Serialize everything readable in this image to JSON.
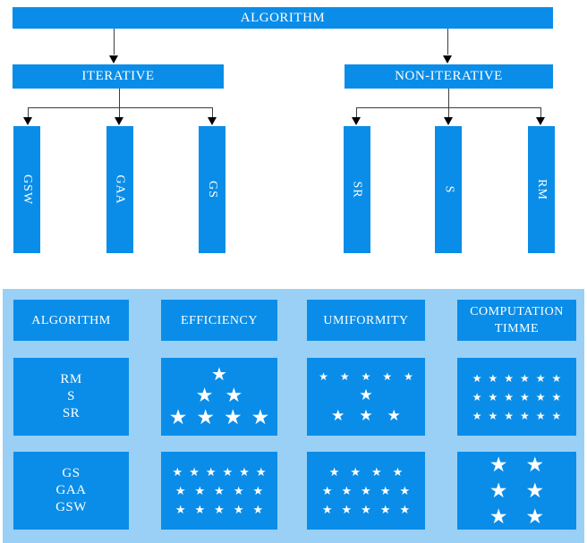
{
  "colors": {
    "primary": "#0a8de8",
    "table_bg": "#9ad0f5",
    "line": "#3d3d3d"
  },
  "icons": {
    "star": "★"
  },
  "tree": {
    "root": "ALGORITHM",
    "branches": [
      {
        "label": "ITERATIVE",
        "children": [
          "GSW",
          "GAA",
          "GS"
        ]
      },
      {
        "label": "NON-ITERATIVE",
        "children": [
          "SR",
          "S",
          "RM"
        ]
      }
    ]
  },
  "table": {
    "headers": [
      "ALGORITHM",
      "EFFICIENCY",
      "UMIFORMITY",
      "COMPUTATION TIMME"
    ],
    "rows": [
      {
        "algorithms": [
          "RM",
          "S",
          "SR"
        ],
        "efficiency": {
          "row_gap": 2,
          "rows": [
            {
              "n": 1,
              "size": 20,
              "gap": 0
            },
            {
              "n": 2,
              "size": 22,
              "gap": 13
            },
            {
              "n": 4,
              "size": 23,
              "gap": 10
            }
          ]
        },
        "uniformity": {
          "row_gap": 6,
          "rows": [
            {
              "n": 5,
              "size": 12,
              "gap": 13
            },
            {
              "n": 1,
              "size": 17,
              "gap": 0
            },
            {
              "n": 3,
              "size": 17,
              "gap": 16
            }
          ]
        },
        "computation": {
          "row_gap": 9,
          "rows": [
            {
              "n": 6,
              "size": 12,
              "gap": 7
            },
            {
              "n": 6,
              "size": 12,
              "gap": 7
            },
            {
              "n": 6,
              "size": 12,
              "gap": 7
            }
          ]
        }
      },
      {
        "algorithms": [
          "GS",
          "GAA",
          "GSW"
        ],
        "efficiency": {
          "row_gap": 8,
          "rows": [
            {
              "n": 6,
              "size": 13,
              "gap": 7
            },
            {
              "n": 5,
              "size": 13,
              "gap": 10
            },
            {
              "n": 5,
              "size": 13,
              "gap": 10
            }
          ]
        },
        "uniformity": {
          "row_gap": 8,
          "rows": [
            {
              "n": 4,
              "size": 13,
              "gap": 12
            },
            {
              "n": 5,
              "size": 13,
              "gap": 10
            },
            {
              "n": 5,
              "size": 13,
              "gap": 10
            }
          ]
        },
        "computation": {
          "row_gap": 6,
          "rows": [
            {
              "n": 2,
              "size": 23,
              "gap": 20
            },
            {
              "n": 2,
              "size": 23,
              "gap": 20
            },
            {
              "n": 2,
              "size": 23,
              "gap": 20
            }
          ]
        }
      }
    ]
  }
}
